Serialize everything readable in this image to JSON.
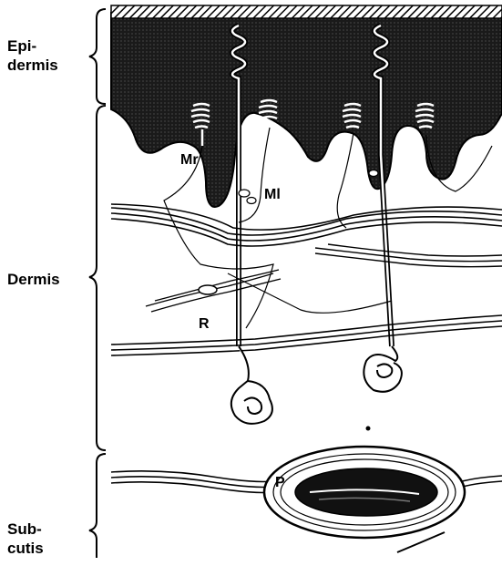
{
  "layers": {
    "epidermis": "Epi-\ndermis",
    "dermis": "Dermis",
    "subcutis": "Sub-\ncutis"
  },
  "structures": {
    "meissner": "Mr",
    "merkel": "Ml",
    "ruffini": "R",
    "pacini": "P"
  }
}
